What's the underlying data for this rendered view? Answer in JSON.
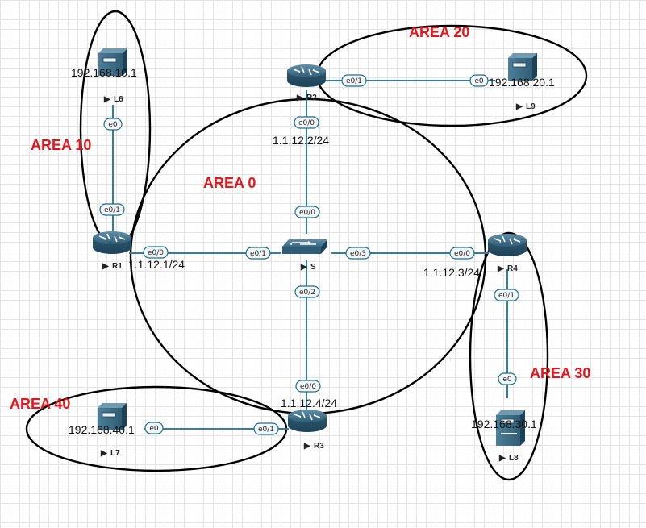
{
  "colors": {
    "area_label": "#e8141b",
    "link": "#2f7f9f",
    "port_border": "#1f6f8b",
    "device": "#36667f"
  },
  "areas": {
    "a0": "AREA 0",
    "a10": "AREA 10",
    "a20": "AREA 20",
    "a30": "AREA 30",
    "a40": "AREA 40"
  },
  "nodes": {
    "r1": "R1",
    "r2": "R2",
    "r3": "R3",
    "r4": "R4",
    "s": "S",
    "l6": "L6",
    "l7": "L7",
    "l8": "L8",
    "l9": "L9"
  },
  "ips": {
    "r1": "1.1.12.1/24",
    "r2": "1.1.12.2/24",
    "r3": "1.1.12.4/24",
    "r4": "1.1.12.3/24",
    "l6": "192.168.10.1",
    "l7": "192.168.40.1",
    "l8": "192.168.30.1",
    "l9": "192.168.20.1"
  },
  "ports": {
    "r1_e00": "e0/0",
    "r1_e01": "e0/1",
    "r2_e00": "e0/0",
    "r2_e01": "e0/1",
    "r3_e00": "e0/0",
    "r3_e01": "e0/1",
    "r4_e00": "e0/0",
    "r4_e01": "e0/1",
    "s_e00": "e0/0",
    "s_e01": "e0/1",
    "s_e02": "e0/2",
    "s_e03": "e0/3",
    "l6_e0": "e0",
    "l7_e0": "e0",
    "l8_e0": "e0",
    "l9_e0": "e0"
  },
  "icons": {
    "router": "router-icon",
    "switch": "switch-icon",
    "host": "server-icon",
    "label_marker": "play-icon"
  }
}
